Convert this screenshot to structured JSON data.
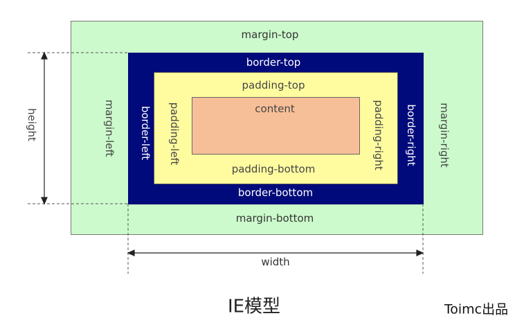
{
  "colors": {
    "margin": "#ccfacc",
    "border": "#000a7a",
    "padding": "#fffca0",
    "content": "#f7bf98"
  },
  "labels": {
    "margin_top": "margin-top",
    "margin_bottom": "margin-bottom",
    "margin_left": "margin-left",
    "margin_right": "margin-right",
    "border_top": "border-top",
    "border_bottom": "border-bottom",
    "border_left": "border-left",
    "border_right": "border-right",
    "padding_top": "padding-top",
    "padding_bottom": "padding-bottom",
    "padding_left": "padding-left",
    "padding_right": "padding-right",
    "content": "content",
    "width": "width",
    "height": "height"
  },
  "title": "IE模型",
  "credit": "Toimc出品"
}
